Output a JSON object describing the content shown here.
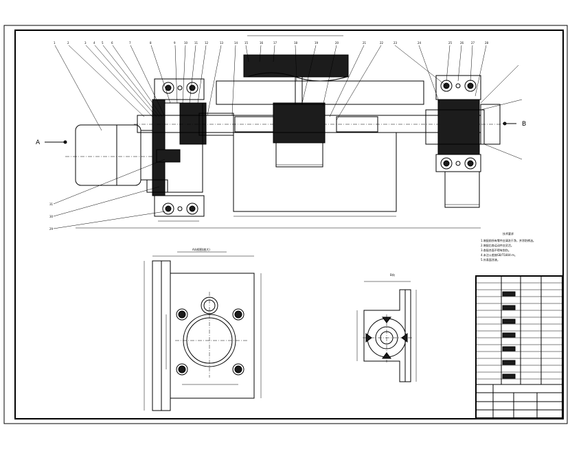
{
  "view_labels": {
    "arrow_left": "A",
    "arrow_right": "B"
  },
  "tech_notes": {
    "title": "技术要求",
    "lines": [
      "1.装配前所有零件应清洗干净，并涂防锈油。",
      "2.装配后各运动件应灵活。",
      "3.各配合面不得有划伤。",
      "4.未注公差按GB/T1804-m。",
      "5.外表面涂漆。"
    ]
  },
  "callouts": {
    "top_row": [
      "1",
      "2",
      "3",
      "4",
      "5",
      "6",
      "7",
      "8",
      "9",
      "10",
      "11",
      "12",
      "13",
      "14",
      "15",
      "16",
      "17",
      "18",
      "19",
      "20",
      "21",
      "22",
      "23",
      "24",
      "25",
      "26",
      "27",
      "28"
    ],
    "left_lower": [
      "31",
      "30",
      "29"
    ]
  },
  "section_titles": {
    "left_view": "A向视图(放大)",
    "right_view": "B向"
  }
}
